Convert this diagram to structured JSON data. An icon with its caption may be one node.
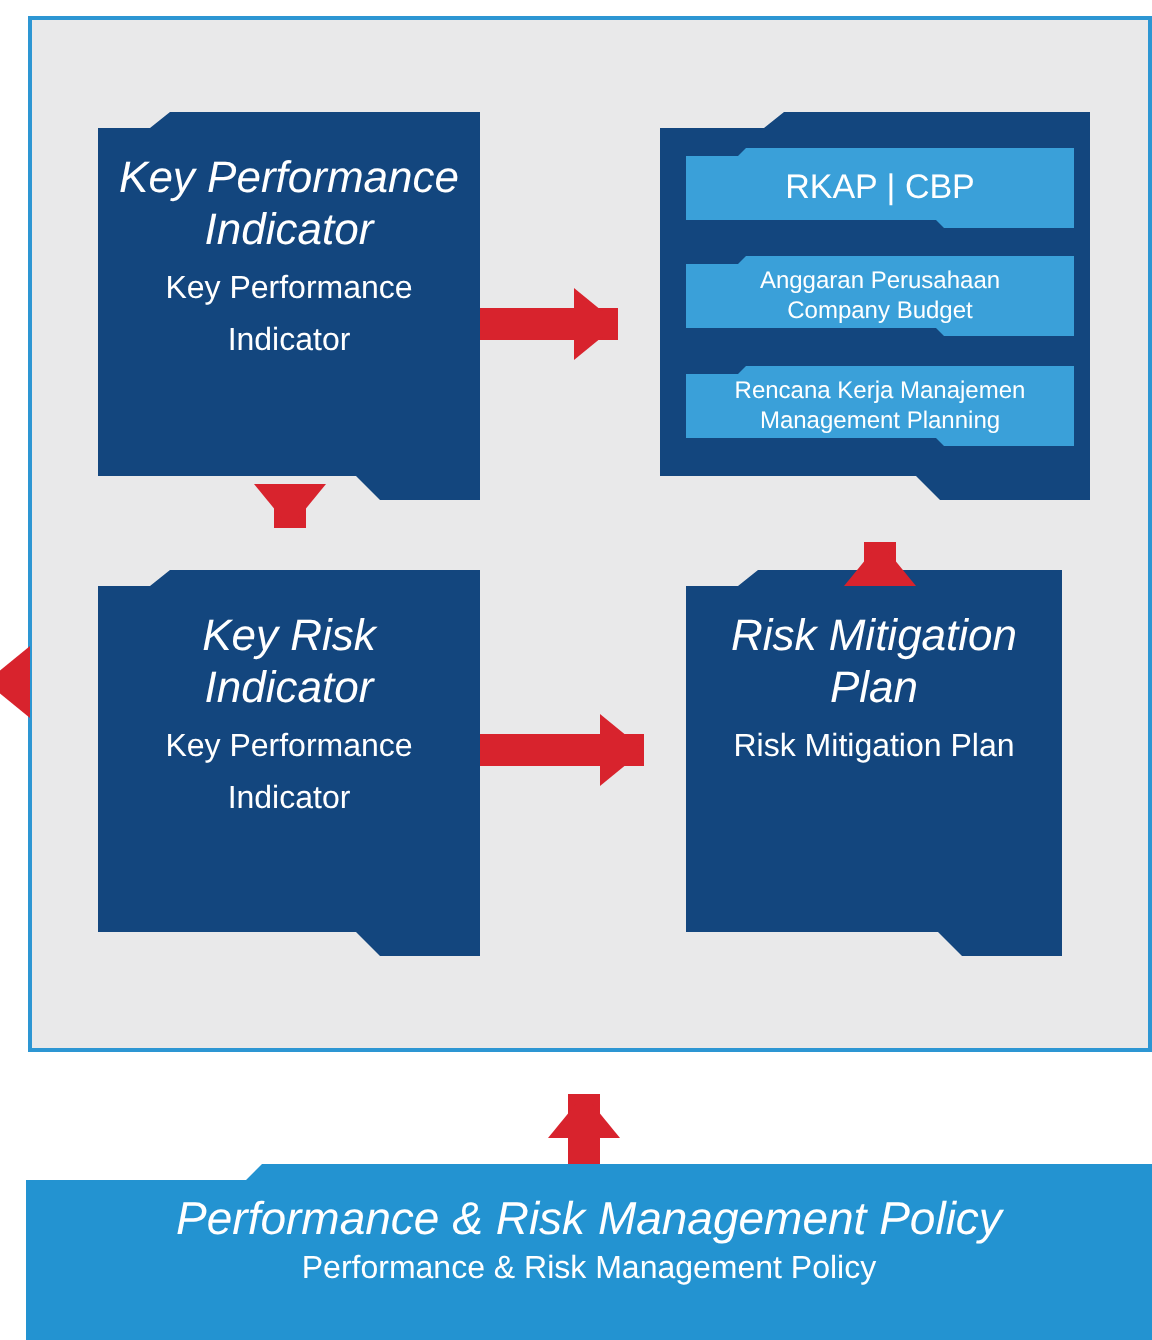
{
  "diagram": {
    "nodes": [
      {
        "text": [],
        "shape": "box"
      },
      {
        "text": [
          "Key Performance Indicator",
          "Key Performance Indicator"
        ],
        "in": 0
      },
      {
        "text": [],
        "shape": "box",
        "in": 0
      },
      {
        "text": [
          "RKAP | CBP"
        ],
        "in": 2
      },
      {
        "text": [
          "Anggaran Perusahaan Company Budget"
        ],
        "in": 2
      },
      {
        "text": [
          "Rencana Kerja Manajemen Management Planning"
        ],
        "in": 2
      },
      {
        "text": [
          "Key Risk Indicator",
          "Key Performance Indicator"
        ],
        "in": 0
      },
      {
        "text": [
          "Risk Mitigation Plan",
          "Risk Mitigation Plan"
        ],
        "in": 0
      },
      {
        "text": [
          "Performance & Risk Management Policy",
          "Performance & Risk Management Policy"
        ]
      }
    ],
    "edges": [
      {
        "from": 1,
        "to": 2,
        "arrow": "to"
      },
      {
        "from": 1,
        "to": 6,
        "arrow": "to"
      },
      {
        "from": 6,
        "to": 7,
        "arrow": "to"
      },
      {
        "from": 7,
        "to": 2,
        "arrow": "to"
      },
      {
        "from": 8,
        "to": 0,
        "arrow": "to"
      },
      {
        "from": null,
        "to": 0,
        "arrow": "to"
      }
    ]
  }
}
